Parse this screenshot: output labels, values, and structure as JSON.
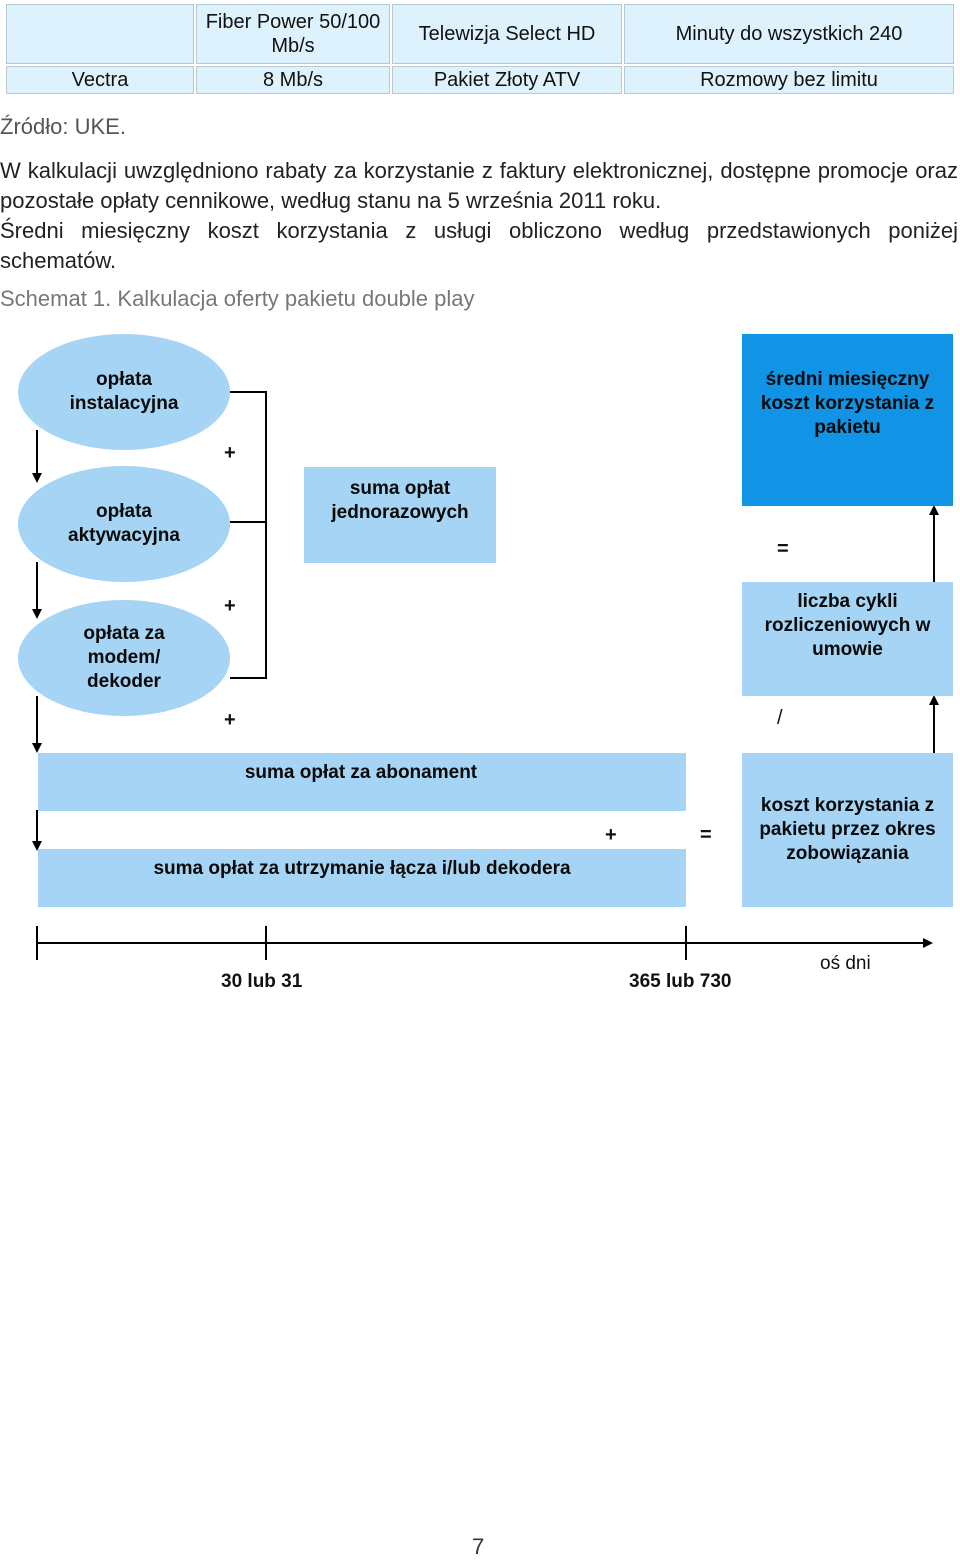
{
  "table": {
    "rows": [
      [
        "",
        "Fiber Power 50/100 Mb/s",
        "Telewizja Select HD",
        "Minuty do wszystkich 240"
      ],
      [
        "Vectra",
        "8 Mb/s",
        "Pakiet Złoty ATV",
        "Rozmowy bez limitu"
      ]
    ]
  },
  "source": "Źródło: UKE.",
  "paragraph": [
    "W kalkulacji uwzględniono rabaty za korzystanie z faktury elektronicznej, dostępne promocje oraz pozostałe opłaty cennikowe, według stanu na 5 września 2011 roku.",
    "Średni miesięczny koszt korzystania z usługi obliczono według przedstawionych poniżej schematów."
  ],
  "caption": "Schemat 1. Kalkulacja oferty pakietu double play",
  "diagram": {
    "ellipse_installation": "opłata instalacyjna",
    "ellipse_activation": "opłata aktywacyjna",
    "ellipse_modem": "opłata za modem/ dekoder",
    "box_one_time": "suma opłat jednorazowych",
    "box_avg_monthly": "średni miesięczny koszt korzystania z pakietu",
    "box_billing_cycles": "liczba cykli rozliczeniowych w umowie",
    "box_subscription": "suma opłat za abonament",
    "box_line_maintenance": "suma opłat za utrzymanie łącza i/lub dekodera",
    "box_total_cost": "koszt korzystania z pakietu przez okres zobowiązania",
    "plus": "+",
    "equals": "=",
    "divide": "/",
    "tick_1": "30 lub 31",
    "tick_2": "365 lub 730",
    "axis_label": "oś dni"
  },
  "page_number": "7"
}
